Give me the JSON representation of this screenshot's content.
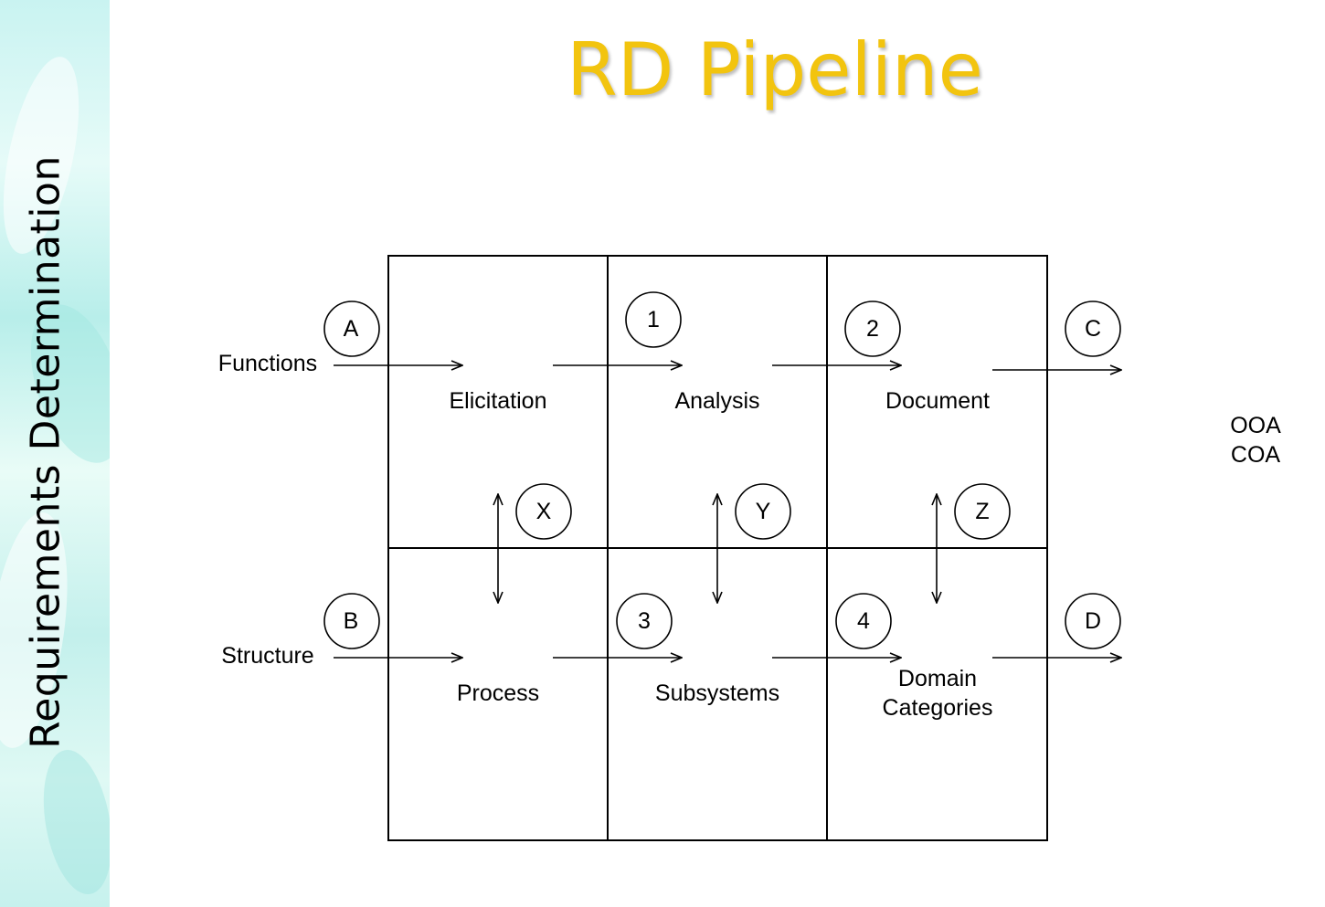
{
  "slide": {
    "title": "RD Pipeline",
    "side_title": "Requirements Determination",
    "outputs": [
      "OOA",
      "COA"
    ]
  },
  "diagram": {
    "inputs": {
      "functions": "Functions",
      "structure": "Structure"
    },
    "stages_top": [
      "Elicitation",
      "Analysis",
      "Document"
    ],
    "stages_bottom": [
      "Process",
      "Subsystems",
      "Domain",
      "Categories"
    ],
    "markers": {
      "a": "A",
      "b": "B",
      "c": "C",
      "d": "D",
      "one": "1",
      "two": "2",
      "three": "3",
      "four": "4",
      "x": "X",
      "y": "Y",
      "z": "Z"
    }
  },
  "colors": {
    "title": "#f2c40f",
    "band": "#c9f3f1",
    "ink": "#000000"
  }
}
